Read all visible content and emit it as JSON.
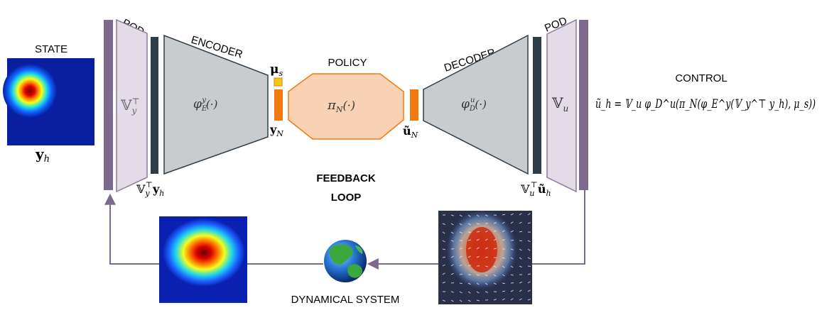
{
  "labels": {
    "state": "STATE",
    "pod_left": "POD",
    "pod_right": "POD",
    "encoder": "ENCODER",
    "decoder": "DECODER",
    "policy": "POLICY",
    "control": "CONTROL",
    "feedback_line1": "FEEDBACK",
    "feedback_line2": "LOOP",
    "dynamical_system": "DYNAMICAL SYSTEM"
  },
  "math": {
    "state_var": "y",
    "state_sub": "h",
    "pod_left_basis": "𝕍",
    "pod_left_sub": "y",
    "pod_left_sup": "⊤",
    "reduced_state_label": "𝕍",
    "reduced_state_sub": "y",
    "reduced_state_sup": "⊤",
    "reduced_state_var": "y",
    "reduced_state_var_sub": "h",
    "encoder_fn": "φ",
    "encoder_fn_sub": "E",
    "encoder_fn_sup": "y",
    "encoder_fn_arg": "(·)",
    "latent_state": "y",
    "latent_state_sub": "N",
    "mu": "μ",
    "mu_sub": "s",
    "policy_fn": "π",
    "policy_fn_sub": "N",
    "policy_fn_arg": "(·)",
    "latent_control": "ũ",
    "latent_control_sub": "N",
    "decoder_fn": "φ",
    "decoder_fn_sub": "D",
    "decoder_fn_sup": "u",
    "decoder_fn_arg": "(·)",
    "pod_right_basis": "𝕍",
    "pod_right_sub": "u",
    "reduced_control_label": "𝕍",
    "reduced_control_sub": "u",
    "reduced_control_sup": "⊤",
    "reduced_control_var": "ũ",
    "reduced_control_var_sub": "h",
    "control_law": "ũ_h = 𝕍_u φ_D^u(π_N(φ_E^y(𝕍_y^⊤ y_h), μ_s))"
  },
  "colors": {
    "pod_bar": "#7b6a8e",
    "pod_trap_fill": "#e3dbe8",
    "pod_trap_stroke": "#8a7a9c",
    "dark_bar": "#2d3e48",
    "encoder_fill": "#c8ccce",
    "encoder_stroke": "#2d3e48",
    "latent_bar": "#f07a10",
    "mu_box": "#f7c614",
    "policy_fill": "#f9d2b5",
    "policy_stroke": "#f07a10",
    "arrow": "#7b6a8e",
    "field_bg": "#2a2f4a"
  }
}
